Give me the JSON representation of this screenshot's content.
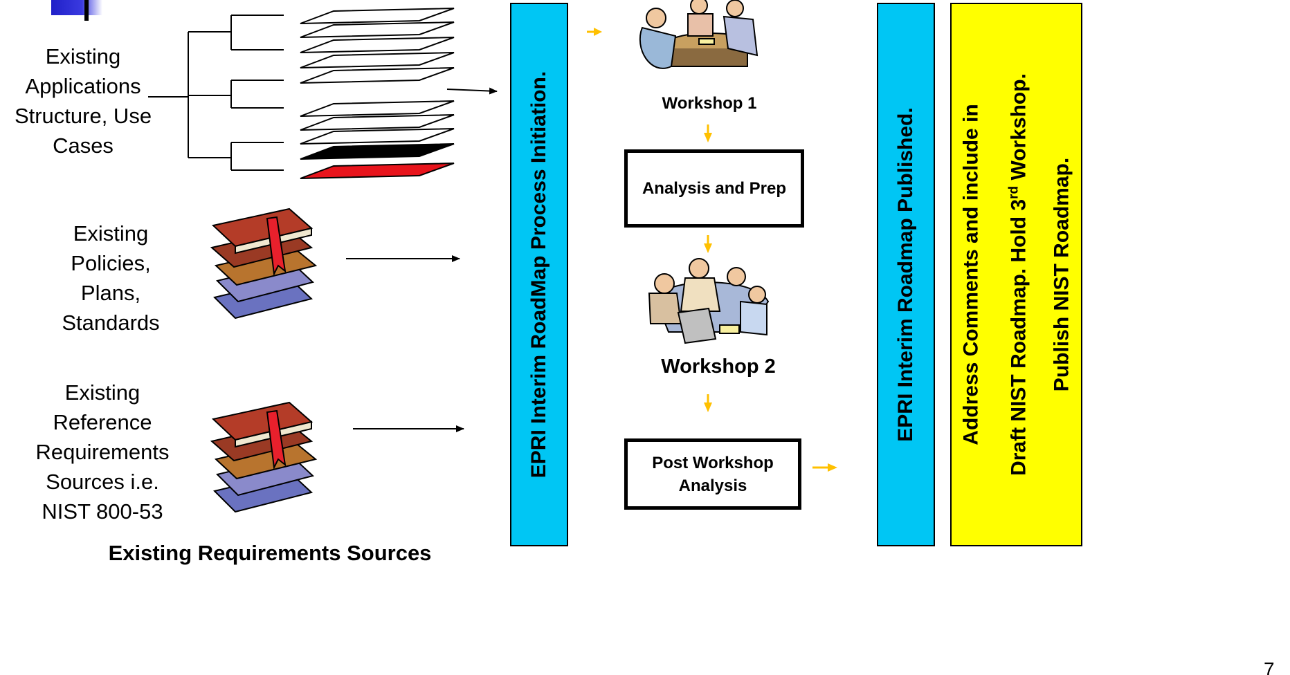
{
  "colors": {
    "cyan_bar": "#00c6f4",
    "yellow_bar": "#ffff00",
    "flow_arrow": "#ffc000",
    "red_layer": "#e8141c",
    "logo_blue": "#2020c8"
  },
  "sources": {
    "applications": [
      "Existing",
      "Applications",
      "Structure, Use",
      "Cases"
    ],
    "policies": [
      "Existing",
      "Policies,",
      "Plans,",
      "Standards"
    ],
    "reference": [
      "Existing",
      "Reference",
      "Requirements",
      "Sources i.e.",
      "NIST 800-53"
    ],
    "caption": "Existing Requirements Sources"
  },
  "bars": {
    "initiation": "EPRI Interim RoadMap Process Initiation.",
    "published": "EPRI Interim Roadmap Published.",
    "final_line1": "Address Comments and include in",
    "final_line2_pre": "Draft NIST Roadmap.  Hold 3",
    "final_line2_sup": "rd",
    "final_line2_post": " Workshop.",
    "final_line3": "Publish NIST Roadmap."
  },
  "process": {
    "workshop1": "Workshop 1",
    "analysis_prep": "Analysis and Prep",
    "workshop2": "Workshop 2",
    "post_analysis": "Post Workshop Analysis"
  },
  "page_number": "7"
}
